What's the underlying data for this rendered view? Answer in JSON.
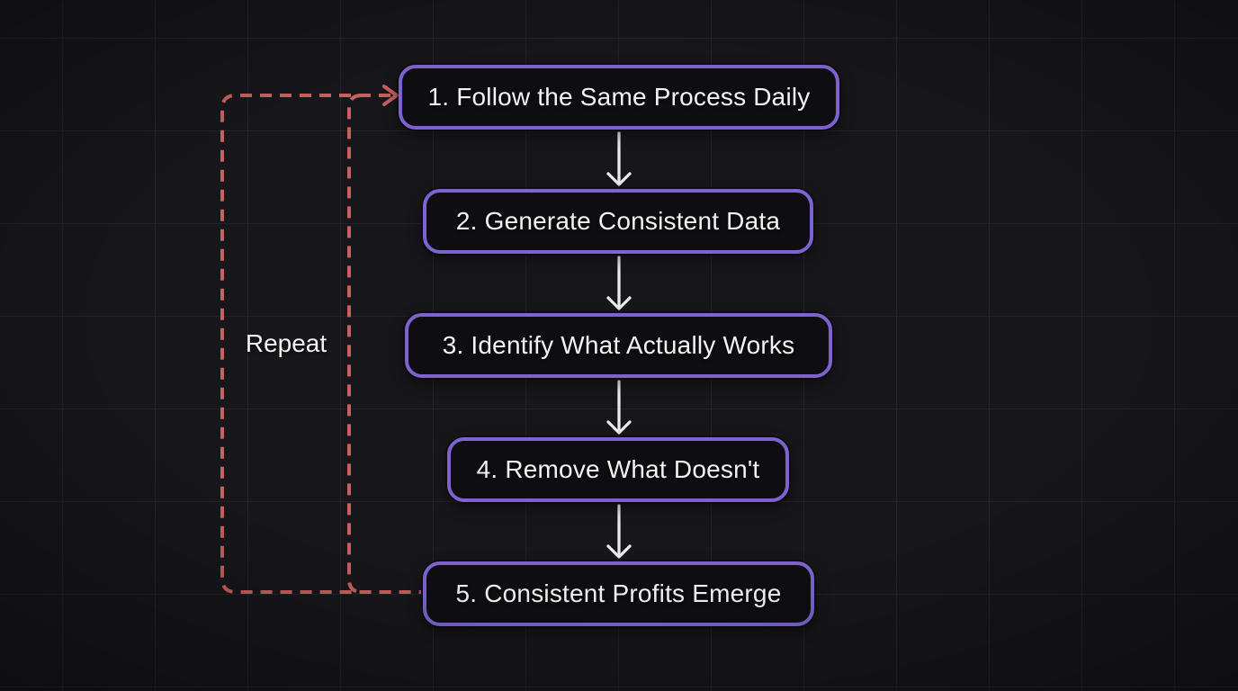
{
  "diagram": {
    "type": "flowchart",
    "steps": [
      {
        "id": 1,
        "label": "1. Follow the Same Process Daily"
      },
      {
        "id": 2,
        "label": "2. Generate Consistent Data"
      },
      {
        "id": 3,
        "label": "3. Identify What Actually Works"
      },
      {
        "id": 4,
        "label": "4. Remove What Doesn't"
      },
      {
        "id": 5,
        "label": "5. Consistent Profits Emerge"
      }
    ],
    "loop": {
      "label": "Repeat",
      "from_step": 5,
      "to_step": 1,
      "style": "dashed"
    },
    "colors": {
      "background": "#17171b",
      "grid_line": "#232229",
      "node_border": "#7c63cf",
      "node_fill": "#0e0e12",
      "node_text": "#f3f3f5",
      "flow_arrow": "#ededef",
      "loop_dash": "#c8605f"
    }
  }
}
